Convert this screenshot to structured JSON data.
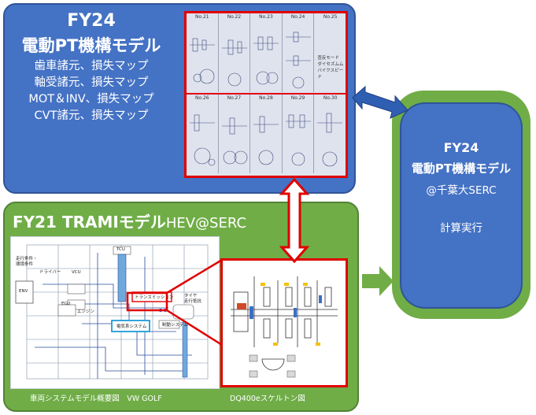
{
  "fy24_panel": {
    "title_year": "FY24",
    "title_model": "電動PT機構モデル",
    "specs": [
      "歯車諸元、損失マップ",
      "軸受諸元、損失マップ",
      "MOT＆INV、損失マップ",
      "CVT諸元、損失マップ"
    ],
    "mechanism_grid": {
      "row1": [
        "No.21",
        "No.22",
        "No.23",
        "No.24",
        "No.25"
      ],
      "row2": [
        "No.26",
        "No.27",
        "No.28",
        "No.29",
        "No.30"
      ],
      "no25_notes": [
        "查反モード",
        "ダイセズムム",
        "バイクスピーナ"
      ]
    }
  },
  "trami_panel": {
    "title": "FY21  TRAMIモデル",
    "title_suffix": "HEV@SERC",
    "system_diagram_caption": "車両システムモデル概要図　VW GOLF",
    "skeleton_caption": "DQ400eスケルトン図",
    "blocks": {
      "travel_condition": "走行条件・\n環境条件",
      "driver": "ドライバー",
      "vcu": "VCU",
      "tcu": "TCU",
      "env": "ENV",
      "ecu": "ECU",
      "engine": "エンジン",
      "transmission": "トランスミッション",
      "tire": "タイヤ\n走行抵抗",
      "electric_system": "電気系システム",
      "brake_system": "制動システム"
    }
  },
  "right_panel": {
    "title_year": "FY24",
    "title_model": "電動PT機構モデル",
    "affiliation": "@千葉大SERC",
    "action": "計算実行"
  },
  "colors": {
    "blue_panel": "#4472c4",
    "green_panel": "#70ad47",
    "highlight_red": "#e00000",
    "arrow_blue": "#2f5fb3"
  }
}
